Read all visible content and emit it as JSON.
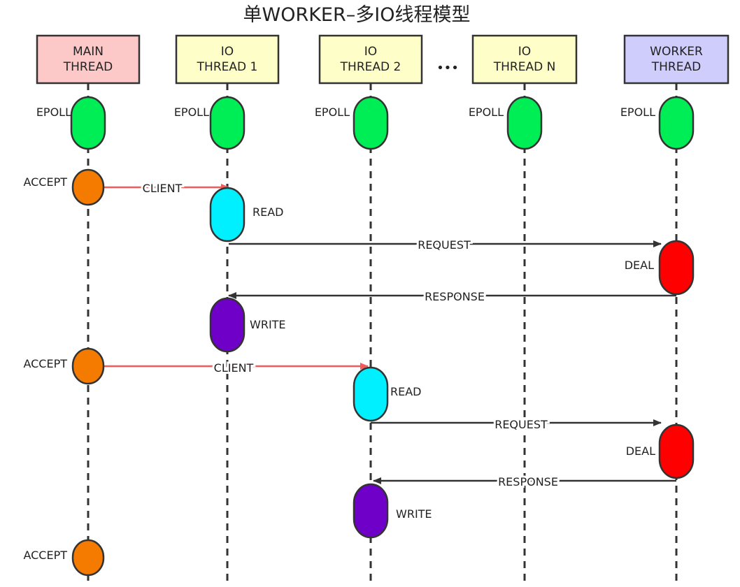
{
  "title": "单WORKER–多IO线程模型",
  "colors": {
    "main_header": "#fcc8c8",
    "io_header": "#fefec8",
    "worker_header": "#cfcdfc",
    "epoll": "#00ee55",
    "accept": "#f57b00",
    "read": "#00f0ff",
    "deal": "#ff0000",
    "write": "#6e00c8",
    "client_arrow": "#f45a5a",
    "request_arrow": "#333333",
    "response_arrow": "#333333",
    "lifeline": "#333333"
  },
  "lanes": [
    {
      "id": "main",
      "line1": "MAIN",
      "line2": "THREAD",
      "color": "main_header"
    },
    {
      "id": "io1",
      "line1": "IO",
      "line2": "THREAD 1",
      "color": "io_header"
    },
    {
      "id": "io2",
      "line1": "IO",
      "line2": "THREAD 2",
      "color": "io_header"
    },
    {
      "id": "ion",
      "line1": "IO",
      "line2": "THREAD N",
      "color": "io_header"
    },
    {
      "id": "worker",
      "line1": "WORKER",
      "line2": "THREAD",
      "color": "worker_header"
    }
  ],
  "ellipsis": "•••",
  "nodes": [
    {
      "id": "main-epoll",
      "lane": "main",
      "type": "epoll",
      "label": "EPOLL"
    },
    {
      "id": "io1-epoll",
      "lane": "io1",
      "type": "epoll",
      "label": "EPOLL"
    },
    {
      "id": "io2-epoll",
      "lane": "io2",
      "type": "epoll",
      "label": "EPOLL"
    },
    {
      "id": "ion-epoll",
      "lane": "ion",
      "type": "epoll",
      "label": "EPOLL"
    },
    {
      "id": "worker-epoll",
      "lane": "worker",
      "type": "epoll",
      "label": "EPOLL"
    },
    {
      "id": "accept-1",
      "lane": "main",
      "type": "accept",
      "label": "ACCEPT"
    },
    {
      "id": "read-1",
      "lane": "io1",
      "type": "read",
      "label": "READ"
    },
    {
      "id": "deal-1",
      "lane": "worker",
      "type": "deal",
      "label": "DEAL"
    },
    {
      "id": "write-1",
      "lane": "io1",
      "type": "write",
      "label": "WRITE"
    },
    {
      "id": "accept-2",
      "lane": "main",
      "type": "accept",
      "label": "ACCEPT"
    },
    {
      "id": "read-2",
      "lane": "io2",
      "type": "read",
      "label": "READ"
    },
    {
      "id": "deal-2",
      "lane": "worker",
      "type": "deal",
      "label": "DEAL"
    },
    {
      "id": "write-2",
      "lane": "io2",
      "type": "write",
      "label": "WRITE"
    },
    {
      "id": "accept-3",
      "lane": "main",
      "type": "accept",
      "label": "ACCEPT"
    }
  ],
  "edges": [
    {
      "id": "client-1",
      "from": "accept-1",
      "to": "read-1",
      "label": "CLIENT",
      "kind": "client_arrow"
    },
    {
      "id": "request-1",
      "from": "read-1",
      "to": "deal-1",
      "label": "REQUEST",
      "kind": "request_arrow"
    },
    {
      "id": "response-1",
      "from": "deal-1",
      "to": "write-1",
      "label": "RESPONSE",
      "kind": "response_arrow"
    },
    {
      "id": "client-2",
      "from": "accept-2",
      "to": "read-2",
      "label": "CLIENT",
      "kind": "client_arrow"
    },
    {
      "id": "request-2",
      "from": "read-2",
      "to": "deal-2",
      "label": "REQUEST",
      "kind": "request_arrow"
    },
    {
      "id": "response-2",
      "from": "deal-2",
      "to": "write-2",
      "label": "RESPONSE",
      "kind": "response_arrow"
    }
  ]
}
